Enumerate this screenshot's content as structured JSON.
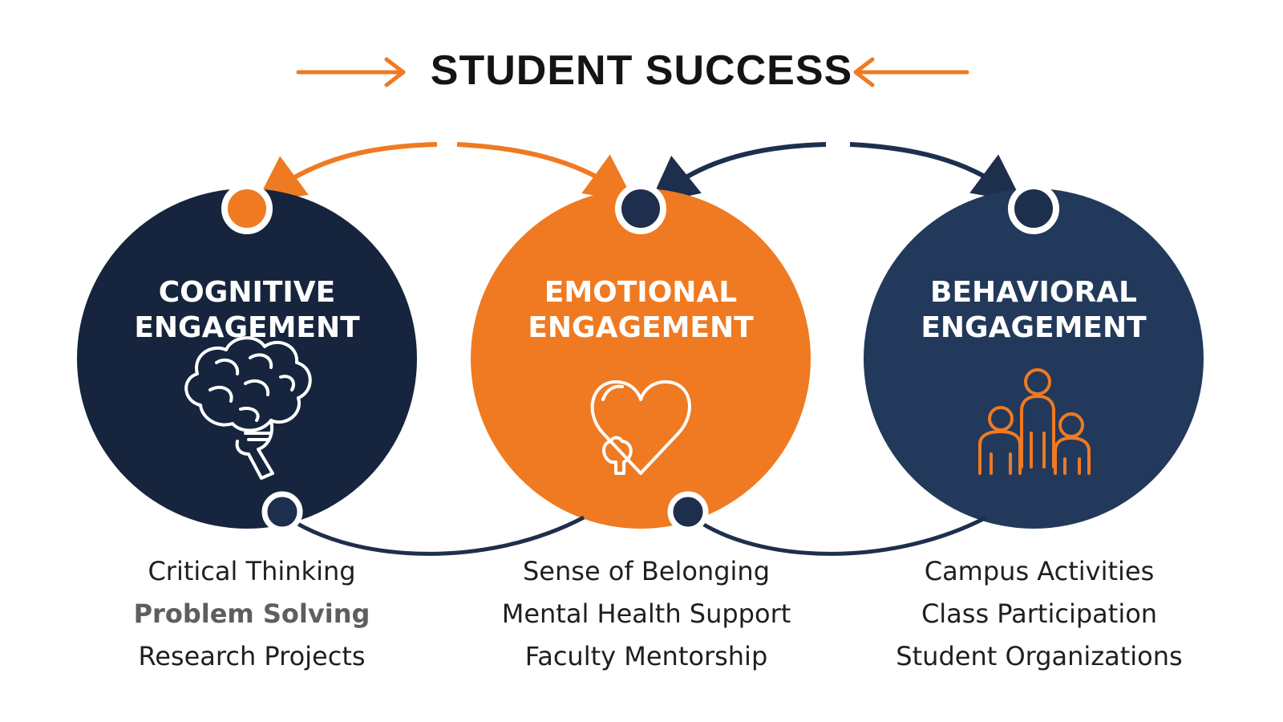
{
  "title": "STUDENT SUCCESS",
  "colors": {
    "navy_dark": "#16253d",
    "orange": "#ef7a22",
    "navy_mid": "#22395b",
    "connector": "#1e2f4d",
    "white": "#ffffff"
  },
  "pillars": [
    {
      "line1": "COGNITIVE",
      "line2": "ENGAGEMENT",
      "icon": "brain-icon",
      "items": [
        "Critical Thinking",
        "Problem Solving",
        "Research Projects"
      ]
    },
    {
      "line1": "EMOTIONAL",
      "line2": "ENGAGEMENT",
      "icon": "heart-icon",
      "items": [
        "Sense of Belonging",
        "Mental Health Support",
        "Faculty Mentorship"
      ]
    },
    {
      "line1": "BEHAVIORAL",
      "line2": "ENGAGEMENT",
      "icon": "people-group-icon",
      "items": [
        "Campus Activities",
        "Class Participation",
        "Student Organizations"
      ]
    }
  ]
}
